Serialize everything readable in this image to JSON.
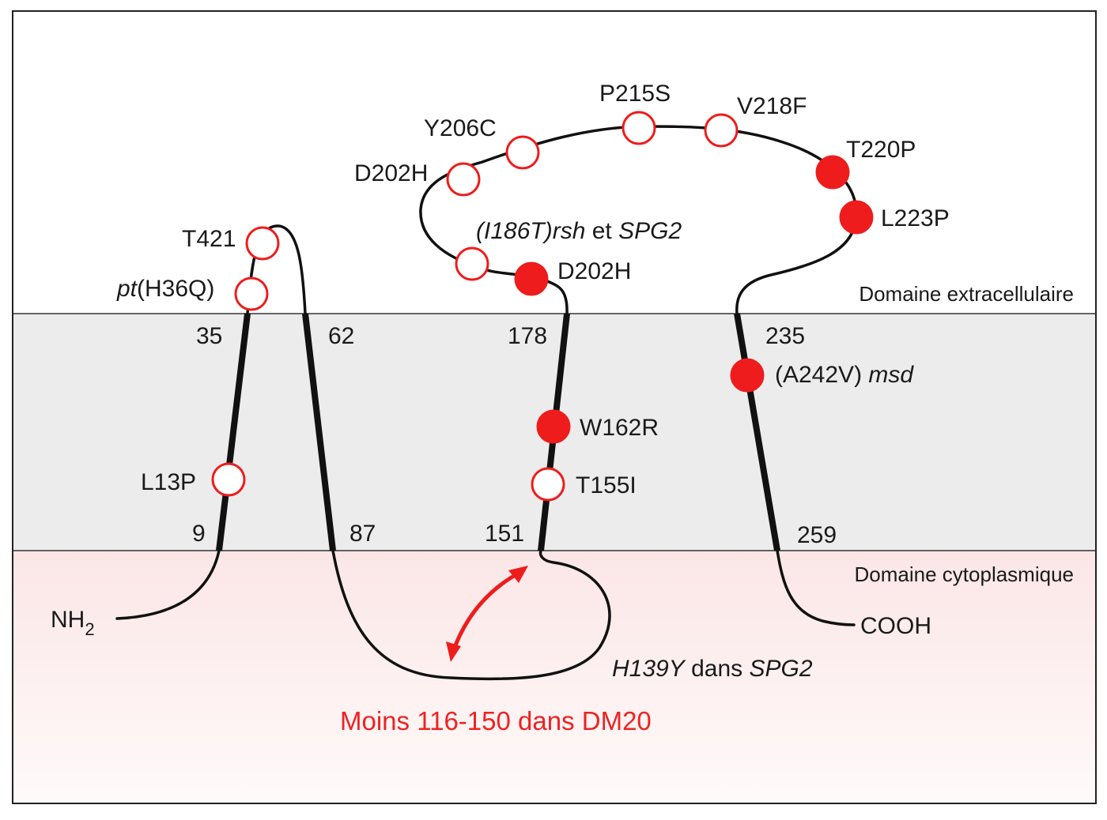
{
  "colors": {
    "mutation_red": "#ee1c1c",
    "membrane_band": "#ececec",
    "cyto_tint": "#fbeaea",
    "stroke": "#111111"
  },
  "domains": {
    "extracellular": "Domaine extracellulaire",
    "cytoplasmic": "Domaine cytoplasmique"
  },
  "termini": {
    "n_prefix": "NH",
    "n_sub": "2",
    "c": "COOH"
  },
  "residues": [
    "35",
    "62",
    "178",
    "235",
    "9",
    "87",
    "151",
    "259"
  ],
  "mutations": {
    "p215s": "P215S",
    "v218f": "V218F",
    "y206c": "Y206C",
    "t220p": "T220P",
    "d202h_top": "D202H",
    "l223p": "L223P",
    "t421": "T421",
    "rsh_prefix": "(I186T)",
    "rsh_mid": "rsh",
    "rsh_et": " et ",
    "rsh_spg2": "SPG2",
    "d202h_low": "D202H",
    "pt_italic": "pt",
    "pt_rest": "(H36Q)",
    "a242v": "(A242V) ",
    "msd": "msd",
    "w162r": "W162R",
    "l13p": "L13P",
    "t155i": "T155I",
    "h139y": "H139Y",
    "h139y_dans": " dans ",
    "h139y_spg2": "SPG2"
  },
  "deletion_note": "Moins 116-150 dans DM20"
}
